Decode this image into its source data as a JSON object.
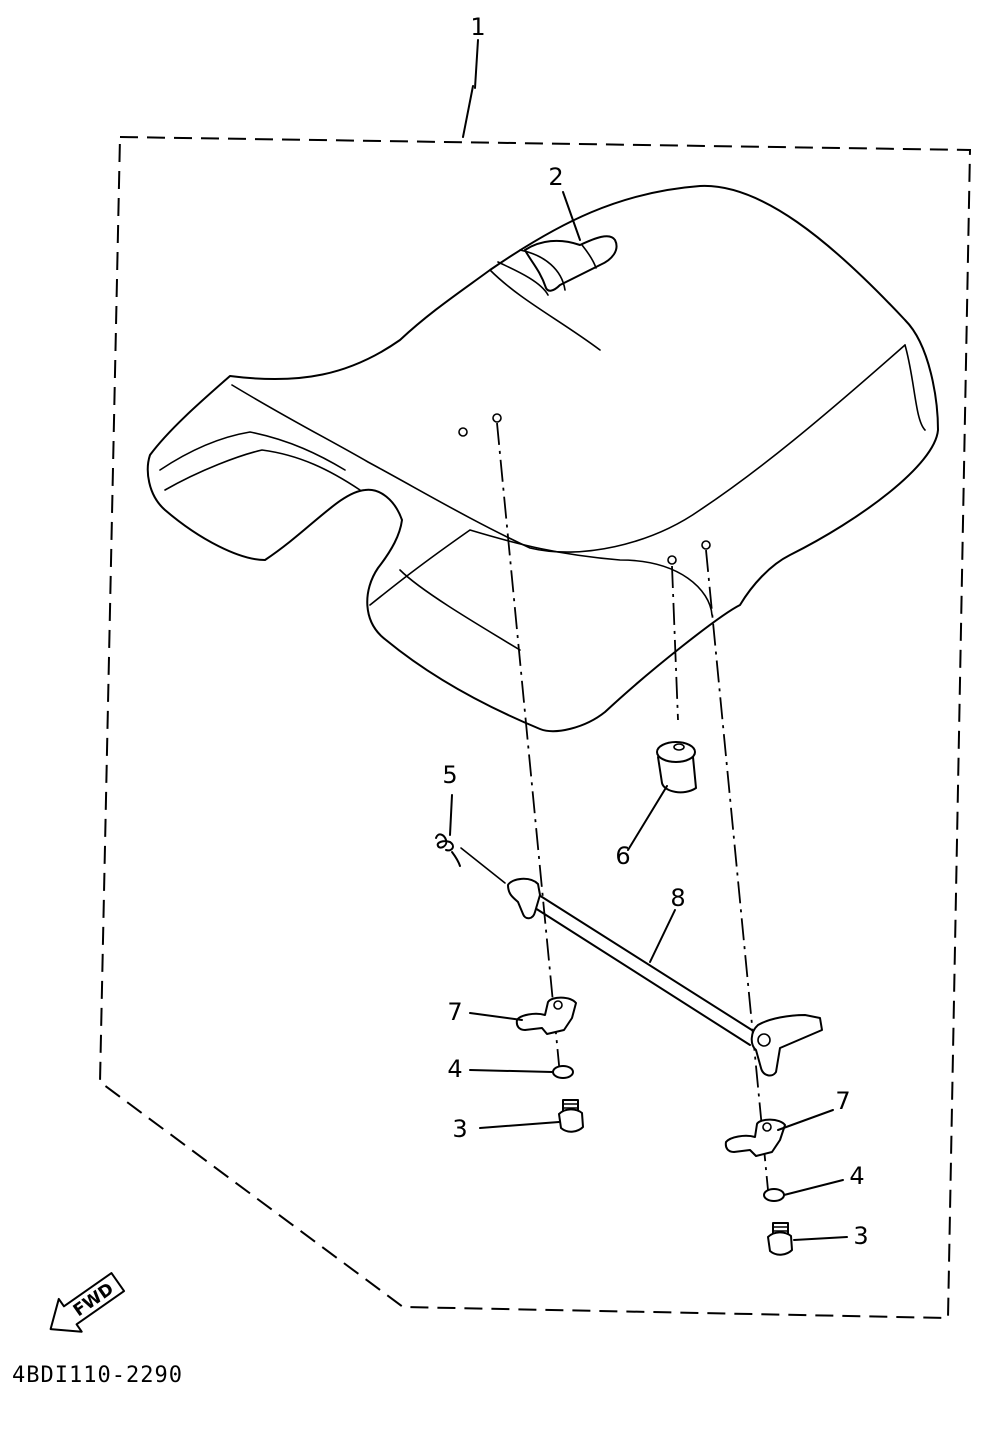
{
  "diagram": {
    "callouts": [
      {
        "id": "c1",
        "text": "1"
      },
      {
        "id": "c2",
        "text": "2"
      },
      {
        "id": "c3a",
        "text": "3"
      },
      {
        "id": "c3b",
        "text": "3"
      },
      {
        "id": "c4a",
        "text": "4"
      },
      {
        "id": "c4b",
        "text": "4"
      },
      {
        "id": "c5",
        "text": "5"
      },
      {
        "id": "c6",
        "text": "6"
      },
      {
        "id": "c7a",
        "text": "7"
      },
      {
        "id": "c7b",
        "text": "7"
      },
      {
        "id": "c8",
        "text": "8"
      }
    ],
    "fwd_label": "FWD",
    "drawing_code": "4BDI110-2290"
  }
}
